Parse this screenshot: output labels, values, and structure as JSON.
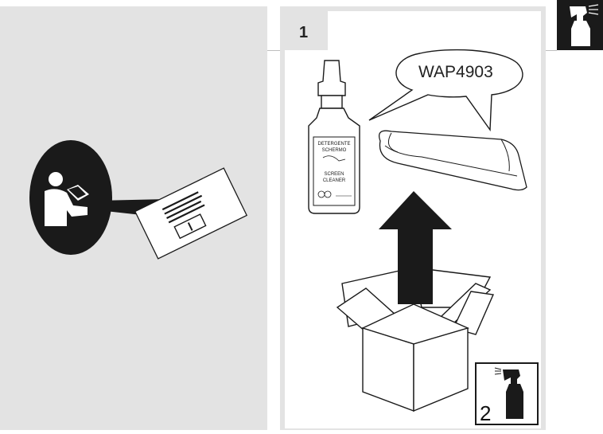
{
  "step": {
    "number": "1"
  },
  "speech_bubble": {
    "model_code": "WAP4903"
  },
  "spray_bottle_label": {
    "line1": "DETERGENTE",
    "line2": "SCHERMO",
    "line3": "SCREEN",
    "line4": "CLEANER"
  },
  "badge": {
    "quantity": "2"
  },
  "icons": {
    "corner": "spray-bottle-icon",
    "manual": "read-manual-icon",
    "unbox": "unbox-arrow-icon"
  },
  "colors": {
    "panel": "#e3e3e3",
    "ink": "#1a1a1a",
    "paper": "#ffffff"
  }
}
